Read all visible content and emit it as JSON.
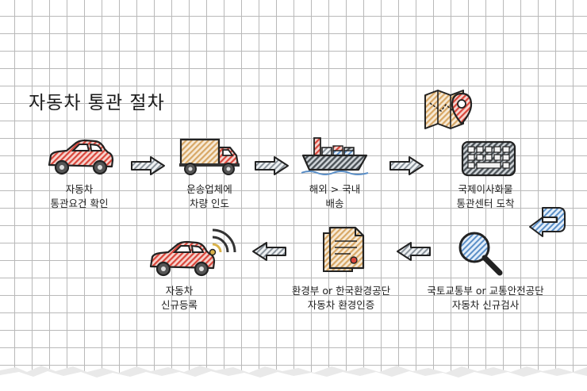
{
  "title": "자동차 통관 절차",
  "steps": [
    {
      "id": "check",
      "line1": "자동차",
      "line2": "통관요건 확인",
      "icon": "car-icon"
    },
    {
      "id": "transport",
      "line1": "운송업체에",
      "line2": "차량 인도",
      "icon": "truck-icon"
    },
    {
      "id": "shipping",
      "line1": "해외 > 국내",
      "line2": "배송",
      "icon": "cargo-ship-icon"
    },
    {
      "id": "arrival",
      "line1": "국제이사화물",
      "line2": "통관센터 도착",
      "icon": "keyboard-icon"
    },
    {
      "id": "safety",
      "line1": "국토교통부 or 교통안전공단",
      "line2": "자동차 신규검사",
      "icon": "magnifier-icon"
    },
    {
      "id": "env",
      "line1": "환경부 or 한국환경공단",
      "line2": "자동차 환경인증",
      "icon": "document-icon"
    },
    {
      "id": "register",
      "line1": "자동차",
      "line2": "신규등록",
      "icon": "car-icon"
    }
  ],
  "colors": {
    "stripe_red": "#d9453a",
    "stripe_blue": "#5b8fc7",
    "stripe_tan": "#d8b07a",
    "stripe_gray": "#8a939b",
    "ink": "#222222"
  }
}
